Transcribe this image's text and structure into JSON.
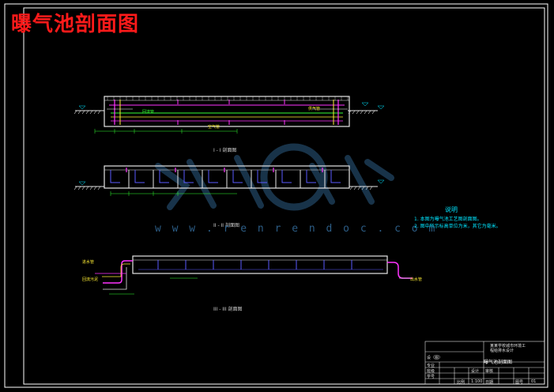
{
  "title": "曝气池剖面图",
  "sections": {
    "s1": "I - I  剖面图",
    "s2": "II - II  剖面图",
    "s3": "III - III  剖面图"
  },
  "watermark": {
    "text": "w w w . r e n r e n d o c . c o m"
  },
  "notes": {
    "heading": "说明",
    "items": [
      "1. 本图为曝气池工艺图剖面图。",
      "2. 图中所示标高单位为米，其它为毫米。"
    ]
  },
  "labels": {
    "air_pipe": "供气管",
    "return_pipe": "回流管",
    "inlet_pipe": "进水管",
    "outlet_pipe": "出水管",
    "sludge_pipe": "回流污泥",
    "air_main": "空气管"
  },
  "title_block": {
    "drawing_name": "曝气池剖面图",
    "school_line1": "某某学校城市环境工",
    "school_line2": "程给排水设计",
    "row1": "设（图）",
    "row2": "专业",
    "row3": "班级",
    "row4": "学号",
    "design": "设计",
    "check": "审核",
    "scale_label": "比例",
    "scale_value": "1:100",
    "sheet_label": "图号",
    "sheet_value": "01",
    "date_label": "日期"
  },
  "colors": {
    "frame": "#ffffff",
    "title": "#ff1a1a",
    "structure": "#e6e6e6",
    "pipe_magenta": "#ff33ff",
    "pipe_green": "#33ff33",
    "pipe_yellow": "#ffee33",
    "pipe_blue": "#5a5aff",
    "annotation": "#00e5ff",
    "watermark": "#2c5d86"
  }
}
